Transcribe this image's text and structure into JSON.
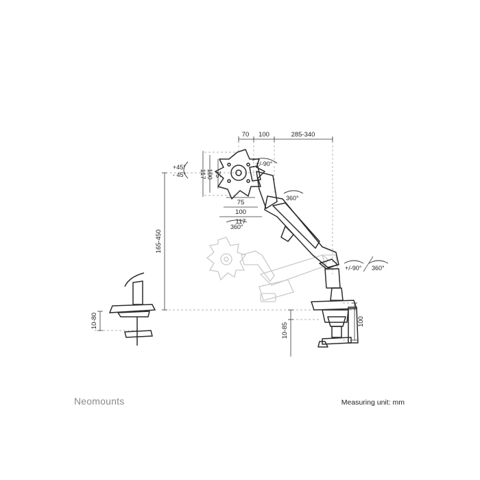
{
  "branding": {
    "brand_name": "Neomounts",
    "unit_note": "Measuring unit: mm"
  },
  "dimensions": {
    "top_70": "70",
    "top_100": "100",
    "top_reach": "285-340",
    "vesa_75_v": "75",
    "vesa_100_v": "100",
    "vesa_117_v": "117",
    "vesa_75_h": "75",
    "vesa_100_h": "100",
    "vesa_117_h": "117",
    "height_range": "165-450",
    "clamp_range": "10-80",
    "grommet_range": "10-85",
    "base_height": "100"
  },
  "rotations": {
    "tilt_up": "+45°",
    "tilt_down": "- 45°",
    "rotate_head": "+/-90°",
    "swivel_arm": "360°",
    "rotate_screen": "360°",
    "pivot_base": "+/-90°",
    "spin_base": "360°"
  },
  "colors": {
    "line": "#2a2a2a",
    "ghost": "#c9c9c9",
    "brand": "#8a8a8a"
  }
}
